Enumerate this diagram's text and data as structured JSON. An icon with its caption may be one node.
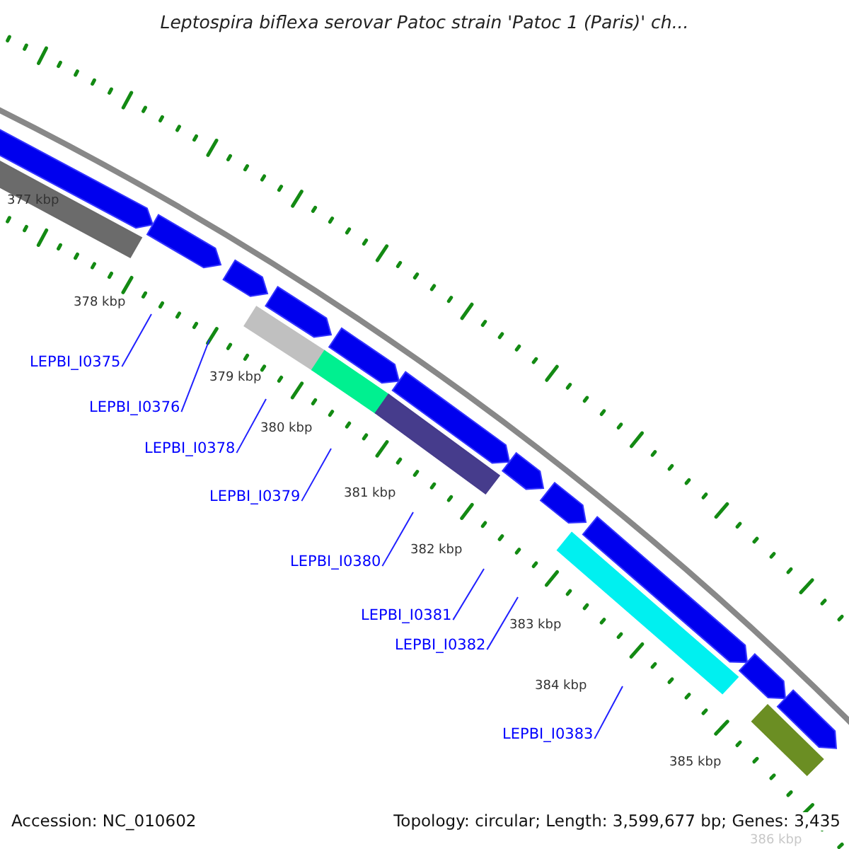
{
  "diagram": {
    "title": "Leptospira biflexa serovar Patoc strain 'Patoc 1 (Paris)' ch...",
    "nodes": [
      {
        "text": [
          "LEPBI_I0375"
        ]
      },
      {
        "text": [
          "LEPBI_I0376"
        ]
      },
      {
        "text": [
          "LEPBI_I0378"
        ]
      },
      {
        "text": [
          "LEPBI_I0379"
        ]
      },
      {
        "text": [
          "LEPBI_I0380"
        ]
      },
      {
        "text": [
          "LEPBI_I0381"
        ]
      },
      {
        "text": [
          "LEPBI_I0382"
        ]
      },
      {
        "text": [
          "LEPBI_I0383"
        ]
      }
    ],
    "edges": [
      {
        "from": 0,
        "to": null,
        "arrow": "none"
      },
      {
        "from": 1,
        "to": null,
        "arrow": "none"
      },
      {
        "from": 2,
        "to": null,
        "arrow": "none"
      },
      {
        "from": 3,
        "to": null,
        "arrow": "none"
      },
      {
        "from": 4,
        "to": null,
        "arrow": "none"
      },
      {
        "from": 5,
        "to": null,
        "arrow": "none"
      },
      {
        "from": 6,
        "to": null,
        "arrow": "none"
      },
      {
        "from": 7,
        "to": null,
        "arrow": "none"
      }
    ],
    "labels": [
      "377 kbp",
      "378 kbp",
      "379 kbp",
      "380 kbp",
      "381 kbp",
      "382 kbp",
      "383 kbp",
      "384 kbp",
      "385 kbp",
      "386 kbp",
      "Accession: NC_010602",
      "Topology: circular; Length: 3,599,677 bp; Genes: 3,435"
    ]
  }
}
